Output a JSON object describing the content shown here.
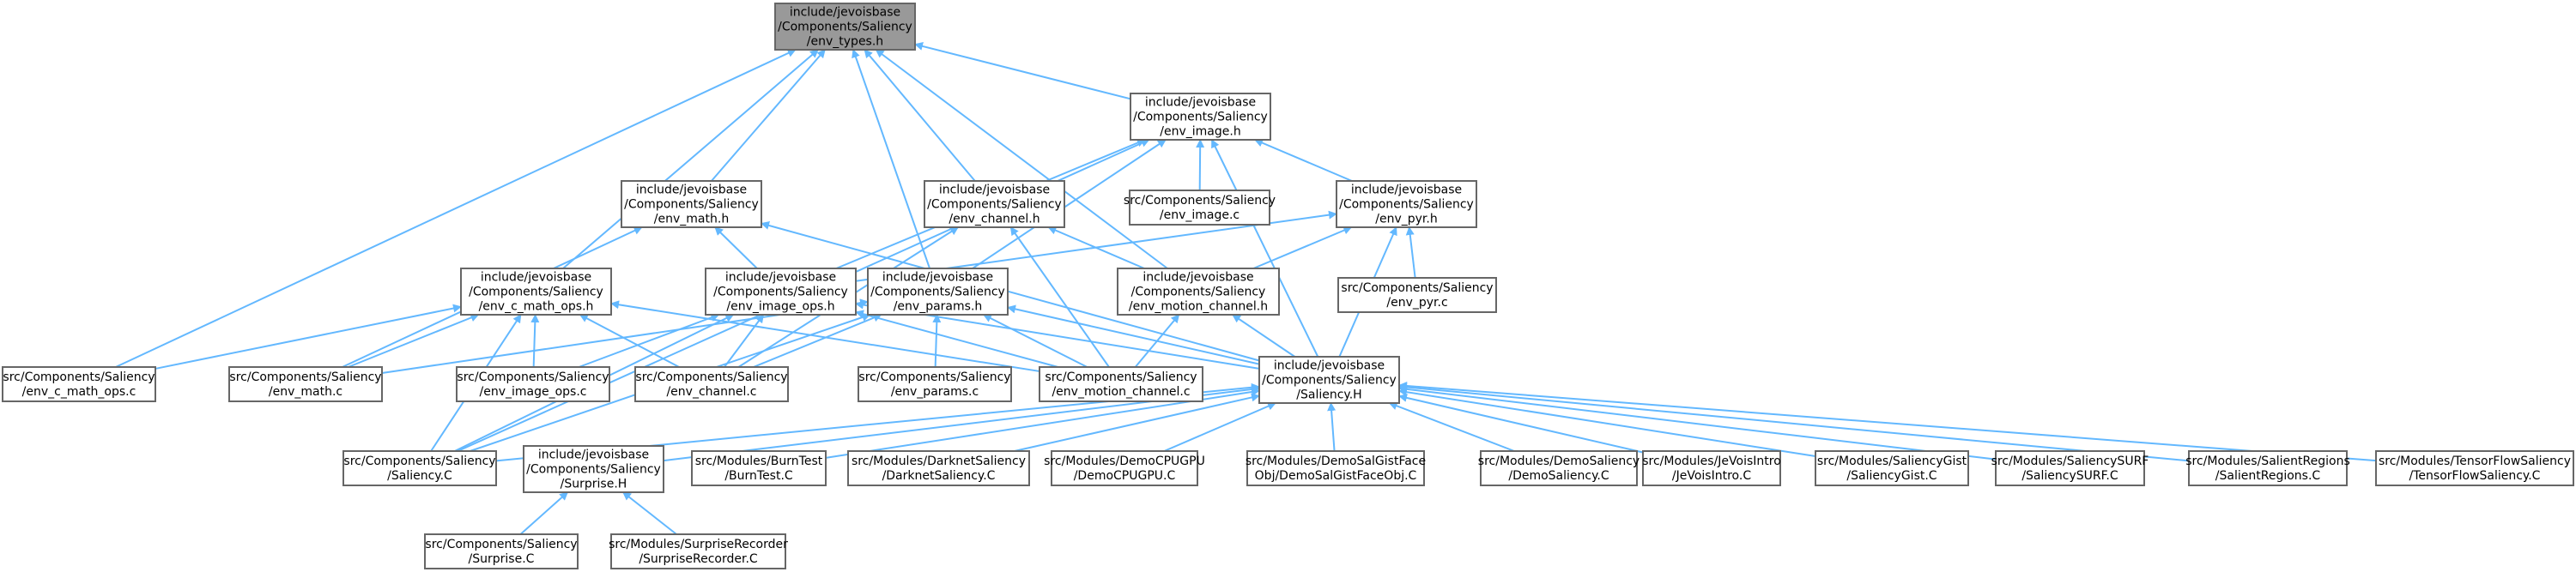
{
  "colors": {
    "edge": "#63b8ff",
    "node_border": "#666666",
    "focus_fill": "#999999",
    "node_fill": "#ffffff"
  },
  "nodes": [
    {
      "id": "env_types_h",
      "lines": [
        "include/jevoisbase",
        "/Components/Saliency",
        "/env_types.h"
      ],
      "focus": true
    },
    {
      "id": "env_image_h",
      "lines": [
        "include/jevoisbase",
        "/Components/Saliency",
        "/env_image.h"
      ]
    },
    {
      "id": "env_math_h",
      "lines": [
        "include/jevoisbase",
        "/Components/Saliency",
        "/env_math.h"
      ]
    },
    {
      "id": "env_channel_h",
      "lines": [
        "include/jevoisbase",
        "/Components/Saliency",
        "/env_channel.h"
      ]
    },
    {
      "id": "env_image_c",
      "lines": [
        "src/Components/Saliency",
        "/env_image.c"
      ]
    },
    {
      "id": "env_pyr_h",
      "lines": [
        "include/jevoisbase",
        "/Components/Saliency",
        "/env_pyr.h"
      ]
    },
    {
      "id": "env_c_math_ops_h",
      "lines": [
        "include/jevoisbase",
        "/Components/Saliency",
        "/env_c_math_ops.h"
      ]
    },
    {
      "id": "env_image_ops_h",
      "lines": [
        "include/jevoisbase",
        "/Components/Saliency",
        "/env_image_ops.h"
      ]
    },
    {
      "id": "env_params_h",
      "lines": [
        "include/jevoisbase",
        "/Components/Saliency",
        "/env_params.h"
      ]
    },
    {
      "id": "env_motion_channel_h",
      "lines": [
        "include/jevoisbase",
        "/Components/Saliency",
        "/env_motion_channel.h"
      ]
    },
    {
      "id": "env_pyr_c",
      "lines": [
        "src/Components/Saliency",
        "/env_pyr.c"
      ]
    },
    {
      "id": "saliency_H",
      "lines": [
        "include/jevoisbase",
        "/Components/Saliency",
        "/Saliency.H"
      ]
    },
    {
      "id": "env_c_math_ops_c",
      "lines": [
        "src/Components/Saliency",
        "/env_c_math_ops.c"
      ]
    },
    {
      "id": "env_math_c",
      "lines": [
        "src/Components/Saliency",
        "/env_math.c"
      ]
    },
    {
      "id": "env_image_ops_c",
      "lines": [
        "src/Components/Saliency",
        "/env_image_ops.c"
      ]
    },
    {
      "id": "env_channel_c",
      "lines": [
        "src/Components/Saliency",
        "/env_channel.c"
      ]
    },
    {
      "id": "env_params_c",
      "lines": [
        "src/Components/Saliency",
        "/env_params.c"
      ]
    },
    {
      "id": "env_motion_channel_c",
      "lines": [
        "src/Components/Saliency",
        "/env_motion_channel.c"
      ]
    },
    {
      "id": "saliency_C",
      "lines": [
        "src/Components/Saliency",
        "/Saliency.C"
      ]
    },
    {
      "id": "surprise_H",
      "lines": [
        "include/jevoisbase",
        "/Components/Saliency",
        "/Surprise.H"
      ]
    },
    {
      "id": "burntest_C",
      "lines": [
        "src/Modules/BurnTest",
        "/BurnTest.C"
      ]
    },
    {
      "id": "darknet_C",
      "lines": [
        "src/Modules/DarknetSaliency",
        "/DarknetSaliency.C"
      ]
    },
    {
      "id": "democpugpu_C",
      "lines": [
        "src/Modules/DemoCPUGPU",
        "/DemoCPUGPU.C"
      ]
    },
    {
      "id": "demosalgist_C",
      "lines": [
        "src/Modules/DemoSalGistFace",
        "Obj/DemoSalGistFaceObj.C"
      ]
    },
    {
      "id": "demosaliency_C",
      "lines": [
        "src/Modules/DemoSaliency",
        "/DemoSaliency.C"
      ]
    },
    {
      "id": "jevoisintro_C",
      "lines": [
        "src/Modules/JeVoisIntro",
        "/JeVoisIntro.C"
      ]
    },
    {
      "id": "saliencygist_C",
      "lines": [
        "src/Modules/SaliencyGist",
        "/SaliencyGist.C"
      ]
    },
    {
      "id": "saliencysurf_C",
      "lines": [
        "src/Modules/SaliencySURF",
        "/SaliencySURF.C"
      ]
    },
    {
      "id": "salientregions_C",
      "lines": [
        "src/Modules/SalientRegions",
        "/SalientRegions.C"
      ]
    },
    {
      "id": "tensorflow_C",
      "lines": [
        "src/Modules/TensorFlowSaliency",
        "/TensorFlowSaliency.C"
      ]
    },
    {
      "id": "surprise_C",
      "lines": [
        "src/Components/Saliency",
        "/Surprise.C"
      ]
    },
    {
      "id": "surpriserec_C",
      "lines": [
        "src/Modules/SurpriseRecorder",
        "/SurpriseRecorder.C"
      ]
    }
  ],
  "edges": [
    [
      "env_image_h",
      "env_types_h"
    ],
    [
      "env_math_h",
      "env_types_h"
    ],
    [
      "env_channel_h",
      "env_types_h"
    ],
    [
      "env_c_math_ops_h",
      "env_types_h"
    ],
    [
      "env_params_h",
      "env_types_h"
    ],
    [
      "env_motion_channel_h",
      "env_types_h"
    ],
    [
      "env_c_math_ops_c",
      "env_types_h"
    ],
    [
      "env_image_c",
      "env_image_h"
    ],
    [
      "env_pyr_h",
      "env_image_h"
    ],
    [
      "env_image_ops_h",
      "env_image_h"
    ],
    [
      "env_params_h",
      "env_image_h"
    ],
    [
      "saliency_H",
      "env_image_h"
    ],
    [
      "saliency_C",
      "env_image_h"
    ],
    [
      "env_image_ops_h",
      "env_math_h"
    ],
    [
      "saliency_H",
      "env_math_h"
    ],
    [
      "env_math_c",
      "env_math_h"
    ],
    [
      "env_motion_channel_h",
      "env_channel_h"
    ],
    [
      "env_channel_c",
      "env_channel_h"
    ],
    [
      "env_motion_channel_c",
      "env_channel_h"
    ],
    [
      "env_pyr_c",
      "env_pyr_h"
    ],
    [
      "env_image_ops_h",
      "env_pyr_h"
    ],
    [
      "env_motion_channel_h",
      "env_pyr_h"
    ],
    [
      "saliency_H",
      "env_pyr_h"
    ],
    [
      "env_c_math_ops_c",
      "env_c_math_ops_h"
    ],
    [
      "env_math_c",
      "env_c_math_ops_h"
    ],
    [
      "env_image_ops_c",
      "env_c_math_ops_h"
    ],
    [
      "env_channel_c",
      "env_c_math_ops_h"
    ],
    [
      "env_motion_channel_c",
      "env_c_math_ops_h"
    ],
    [
      "saliency_C",
      "env_c_math_ops_h"
    ],
    [
      "env_image_ops_c",
      "env_image_ops_h"
    ],
    [
      "env_channel_c",
      "env_image_ops_h"
    ],
    [
      "env_motion_channel_c",
      "env_image_ops_h"
    ],
    [
      "saliency_H",
      "env_image_ops_h"
    ],
    [
      "saliency_C",
      "env_image_ops_h"
    ],
    [
      "env_math_c",
      "env_params_h"
    ],
    [
      "env_channel_c",
      "env_params_h"
    ],
    [
      "env_params_c",
      "env_params_h"
    ],
    [
      "env_motion_channel_c",
      "env_params_h"
    ],
    [
      "saliency_H",
      "env_params_h"
    ],
    [
      "saliency_C",
      "env_params_h"
    ],
    [
      "env_motion_channel_c",
      "env_motion_channel_h"
    ],
    [
      "saliency_H",
      "env_motion_channel_h"
    ],
    [
      "saliency_C",
      "saliency_H"
    ],
    [
      "surprise_H",
      "saliency_H"
    ],
    [
      "burntest_C",
      "saliency_H"
    ],
    [
      "darknet_C",
      "saliency_H"
    ],
    [
      "democpugpu_C",
      "saliency_H"
    ],
    [
      "demosalgist_C",
      "saliency_H"
    ],
    [
      "demosaliency_C",
      "saliency_H"
    ],
    [
      "jevoisintro_C",
      "saliency_H"
    ],
    [
      "saliencygist_C",
      "saliency_H"
    ],
    [
      "saliencysurf_C",
      "saliency_H"
    ],
    [
      "salientregions_C",
      "saliency_H"
    ],
    [
      "tensorflow_C",
      "saliency_H"
    ],
    [
      "surprise_C",
      "surprise_H"
    ],
    [
      "surpriserec_C",
      "surprise_H"
    ]
  ]
}
